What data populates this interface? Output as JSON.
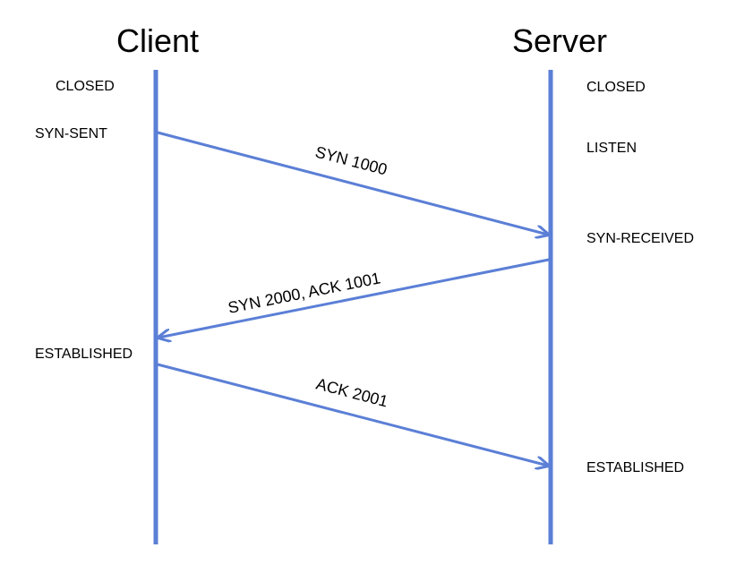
{
  "diagram": {
    "line_color": "#5b7fd6",
    "participants": {
      "client": {
        "name": "Client"
      },
      "server": {
        "name": "Server"
      }
    },
    "client_states": {
      "closed": "CLOSED",
      "syn_sent": "SYN-SENT",
      "established": "ESTABLISHED"
    },
    "server_states": {
      "closed": "CLOSED",
      "listen": "LISTEN",
      "syn_received": "SYN-RECEIVED",
      "established": "ESTABLISHED"
    },
    "messages": {
      "syn": "SYN  1000",
      "syn_ack": "SYN  2000, ACK 1001",
      "ack": "ACK  2001"
    }
  }
}
